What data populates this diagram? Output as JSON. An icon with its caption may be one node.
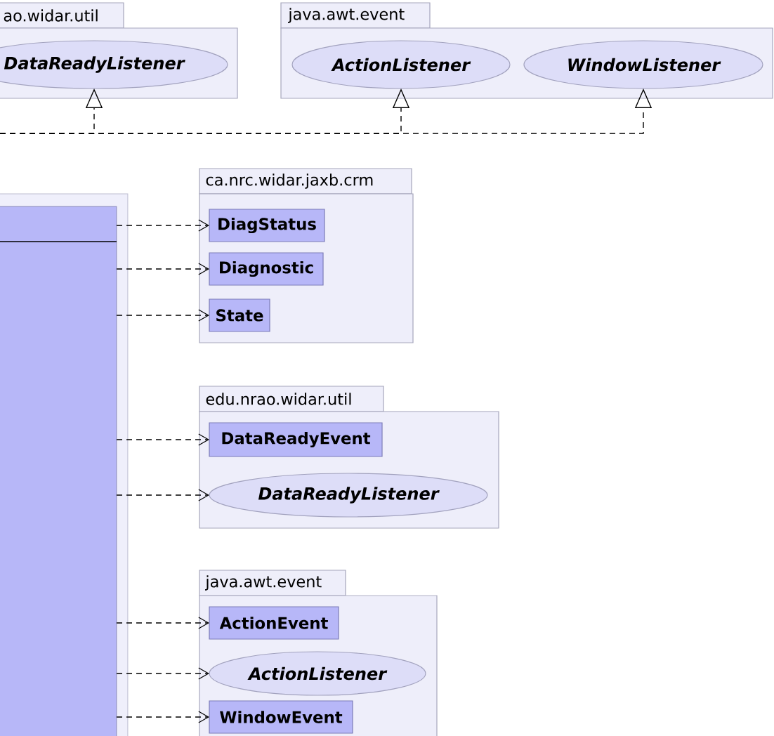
{
  "diagram": {
    "nodes": [
      {
        "text": [
          "ao.widar.util"
        ]
      },
      {
        "text": [
          "DataReadyListener"
        ],
        "in": 0
      },
      {
        "text": [
          "java.awt.event"
        ]
      },
      {
        "text": [
          "ActionListener"
        ],
        "in": 2
      },
      {
        "text": [
          "WindowListener"
        ],
        "in": 2
      },
      {
        "text": [],
        "shape": "box"
      },
      {
        "text": [],
        "shape": "box",
        "in": 5
      },
      {
        "text": [
          "ca.nrc.widar.jaxb.crm"
        ]
      },
      {
        "text": [
          "DiagStatus"
        ],
        "in": 7
      },
      {
        "text": [
          "Diagnostic"
        ],
        "in": 7
      },
      {
        "text": [
          "State"
        ],
        "in": 7
      },
      {
        "text": [
          "edu.nrao.widar.util"
        ]
      },
      {
        "text": [
          "DataReadyEvent"
        ],
        "in": 11
      },
      {
        "text": [
          "DataReadyListener"
        ],
        "in": 11
      },
      {
        "text": [
          "java.awt.event"
        ]
      },
      {
        "text": [
          "ActionEvent"
        ],
        "in": 14
      },
      {
        "text": [
          "ActionListener"
        ],
        "in": 14
      },
      {
        "text": [
          "WindowEvent"
        ],
        "in": 14
      }
    ],
    "edges": [
      {
        "from": null,
        "to": 1,
        "arrow": "to",
        "style": "dashed"
      },
      {
        "from": null,
        "to": 3,
        "arrow": "to",
        "style": "dashed"
      },
      {
        "from": null,
        "to": 4,
        "arrow": "to",
        "style": "dashed"
      },
      {
        "from": 6,
        "to": 8,
        "arrow": "to",
        "style": "dashed"
      },
      {
        "from": 6,
        "to": 9,
        "arrow": "to",
        "style": "dashed"
      },
      {
        "from": 6,
        "to": 10,
        "arrow": "to",
        "style": "dashed"
      },
      {
        "from": 6,
        "to": 12,
        "arrow": "to",
        "style": "dashed"
      },
      {
        "from": 6,
        "to": 13,
        "arrow": "to",
        "style": "dashed"
      },
      {
        "from": 6,
        "to": 15,
        "arrow": "to",
        "style": "dashed"
      },
      {
        "from": 6,
        "to": 16,
        "arrow": "to",
        "style": "dashed"
      },
      {
        "from": 6,
        "to": 17,
        "arrow": "to",
        "style": "dashed"
      }
    ]
  }
}
